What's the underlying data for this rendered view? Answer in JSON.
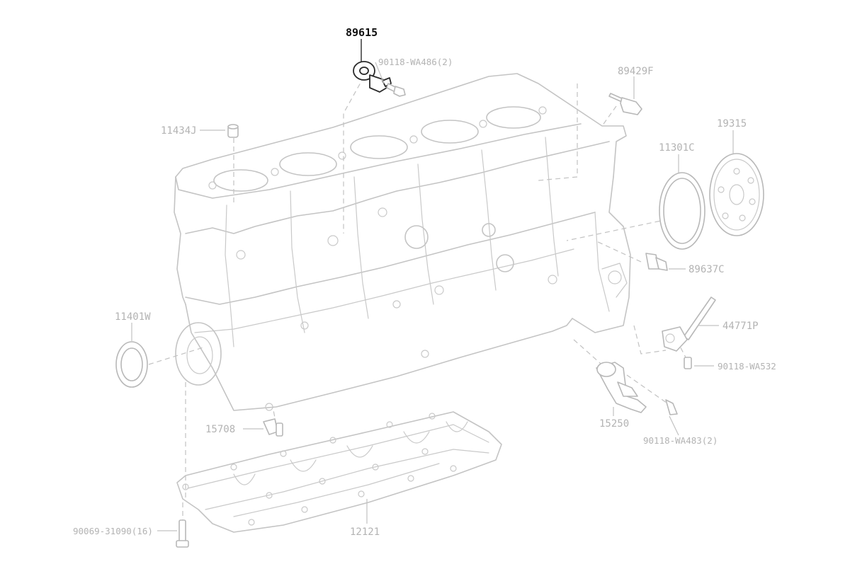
{
  "parts": {
    "p89615": "89615",
    "p90118_wa486": "90118-WA486(2)",
    "p89429f": "89429F",
    "p11434j": "11434J",
    "p19315": "19315",
    "p11301c": "11301C",
    "p89637c": "89637C",
    "p11401w": "11401W",
    "p44771p": "44771P",
    "p90118_wa532": "90118-WA532",
    "p15250": "15250",
    "p15708": "15708",
    "p90118_wa483": "90118-WA483(2)",
    "p90069_31090": "90069-31090(16)",
    "p12121": "12121"
  },
  "colors": {
    "highlight": "#111111",
    "outline": "#c4c4c4",
    "label": "#b3b3b3"
  }
}
